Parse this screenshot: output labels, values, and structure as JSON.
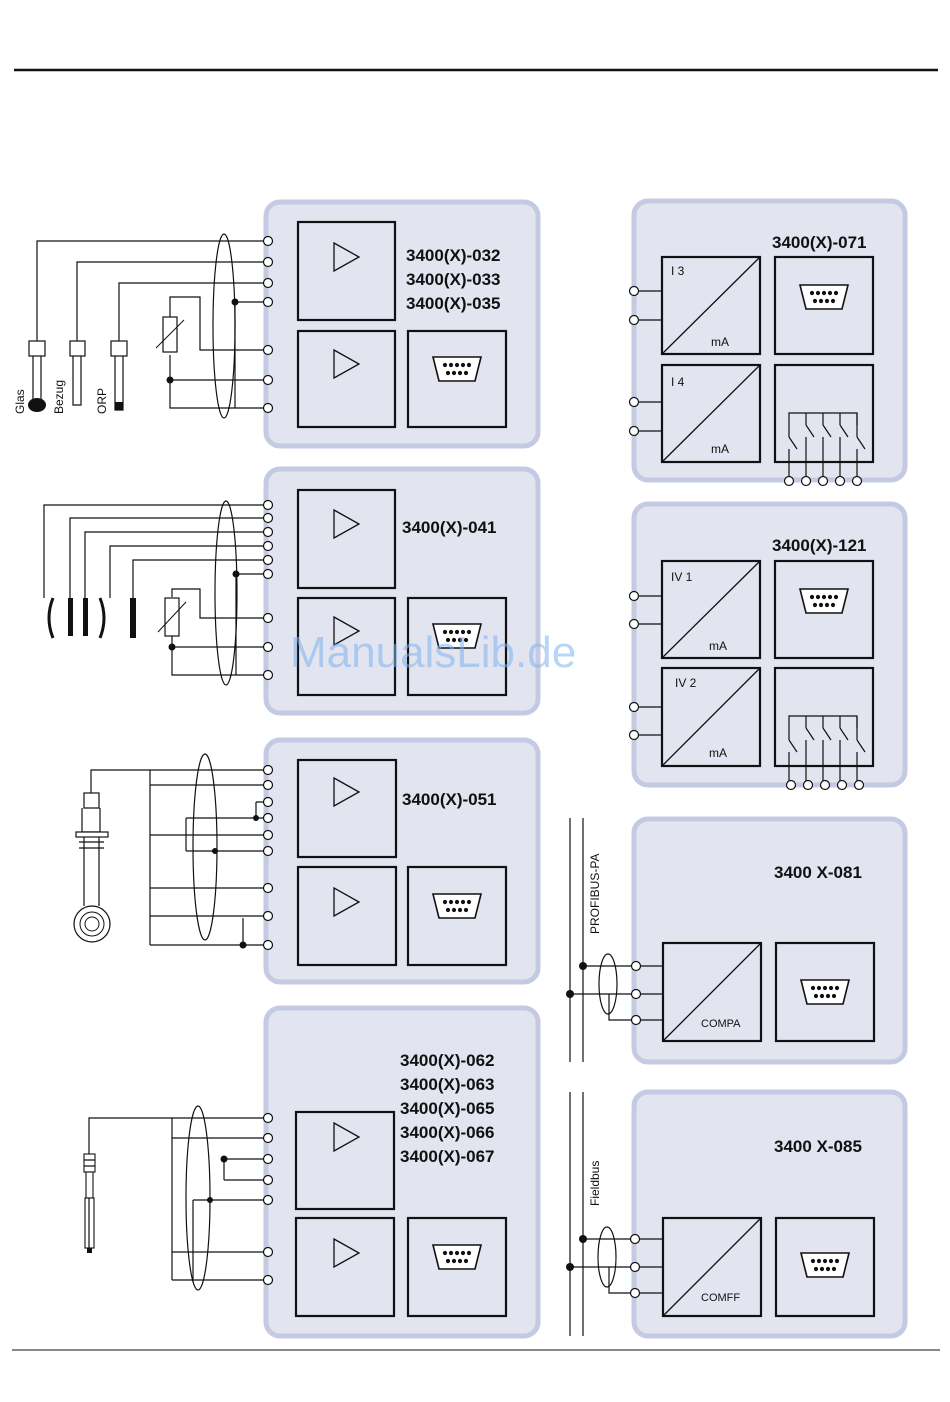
{
  "modules": {
    "m032": {
      "labels": [
        "3400(X)-032",
        "3400(X)-033",
        "3400(X)-035"
      ]
    },
    "m041": {
      "labels": [
        "3400(X)-041"
      ]
    },
    "m051": {
      "labels": [
        "3400(X)-051"
      ]
    },
    "m062": {
      "labels": [
        "3400(X)-062",
        "3400(X)-063",
        "3400(X)-065",
        "3400(X)-066",
        "3400(X)-067"
      ]
    },
    "m071": {
      "labels": [
        "3400(X)-071"
      ],
      "out1": "I 3",
      "out2": "I 4",
      "unit": "mA"
    },
    "m121": {
      "labels": [
        "3400(X)-121"
      ],
      "out1": "IV 1",
      "out2": "IV 2",
      "unit": "mA"
    },
    "m081": {
      "labels": [
        "3400 X-081"
      ],
      "bus": "PROFIBUS-PA",
      "device": "COMPA"
    },
    "m085": {
      "labels": [
        "3400 X-085"
      ],
      "bus": "Fieldbus",
      "device": "COMFF"
    }
  },
  "sensors": {
    "glass": "Glas",
    "reference": "Bezug",
    "orp": "ORP"
  },
  "watermark": "ManualsLib.de",
  "colors": {
    "panel_fill": "#e2e4f0",
    "panel_border": "#c5cae3",
    "ink": "#111111"
  }
}
